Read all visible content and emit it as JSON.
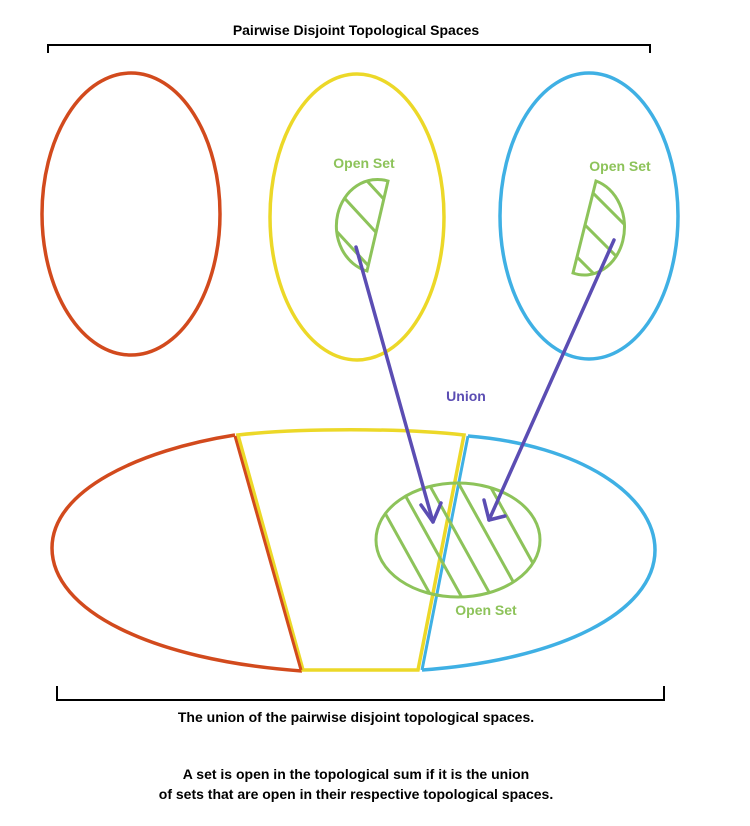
{
  "title": "Pairwise Disjoint Topological Spaces",
  "labels": {
    "open_set_yellow": "Open Set",
    "open_set_blue": "Open Set",
    "union": "Union",
    "open_set_union": "Open Set"
  },
  "caption": "The union of the pairwise disjoint topological spaces.",
  "note_line1": "A set is open in the topological sum if it is the union",
  "note_line2": "of sets that are open in their respective topological spaces.",
  "colors": {
    "space_1": "#d24a1d",
    "space_2": "#ecd828",
    "space_3": "#3fb0e4",
    "open_set": "#8dc35a",
    "arrow": "#5b4db3",
    "bracket": "#000000"
  }
}
